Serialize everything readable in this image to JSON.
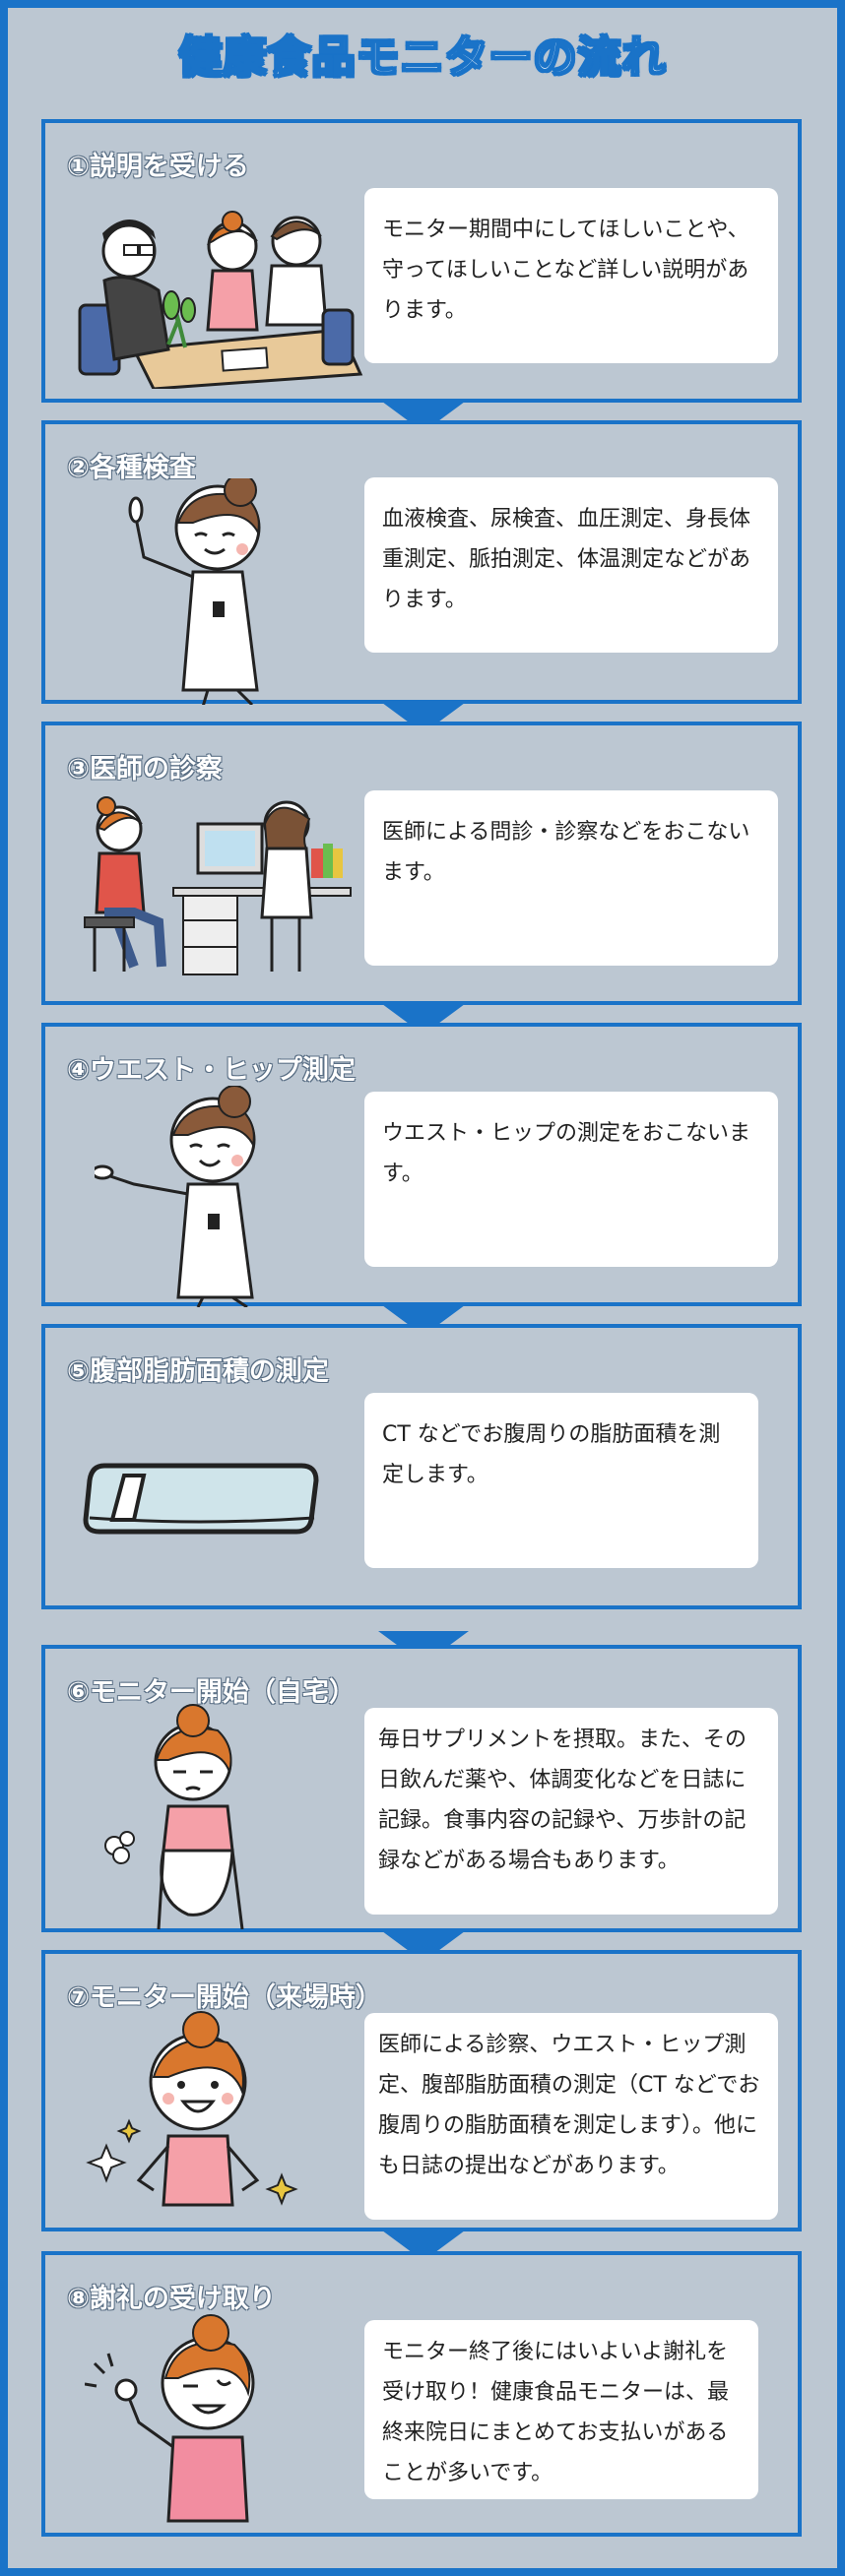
{
  "title": "健康食品モニターの流れ",
  "steps": [
    {
      "title": "①説明を受ける",
      "text": "モニター期間中にしてほしいことや、守ってほしいことなど詳しい説明があります。"
    },
    {
      "title": "②各種検査",
      "text": "血液検査、尿検査、血圧測定、身長体重測定、脈拍測定、体温測定などがあります。"
    },
    {
      "title": "③医師の診察",
      "text": "医師による問診・診察などをおこないます。"
    },
    {
      "title": "④ウエスト・ヒップ測定",
      "text": "ウエスト・ヒップの測定をおこないます。"
    },
    {
      "title": "⑤腹部脂肪面積の測定",
      "text": "CT などでお腹周りの脂肪面積を測定します。"
    },
    {
      "title": "⑥モニター開始（自宅）",
      "text": "毎日サプリメントを摂取。また、その日飲んだ薬や、体調変化などを日誌に記録。食事内容の記録や、万歩計の記録などがある場合もあります。"
    },
    {
      "title": "⑦モニター開始（来場時）",
      "text": "医師による診察、ウエスト・ヒップ測定、腹部脂肪面積の測定（CT などでお腹周りの脂肪面積を測定します）。他にも日誌の提出などがあります。"
    },
    {
      "title": "⑧謝礼の受け取り",
      "text": "モニター終了後にはいよいよ謝礼を受け取り！健康食品モニターは、最終来院日にまとめてお支払いがあることが多いです。"
    }
  ],
  "colors": {
    "accent": "#1a73c8",
    "panel": "#bcc7d2"
  }
}
